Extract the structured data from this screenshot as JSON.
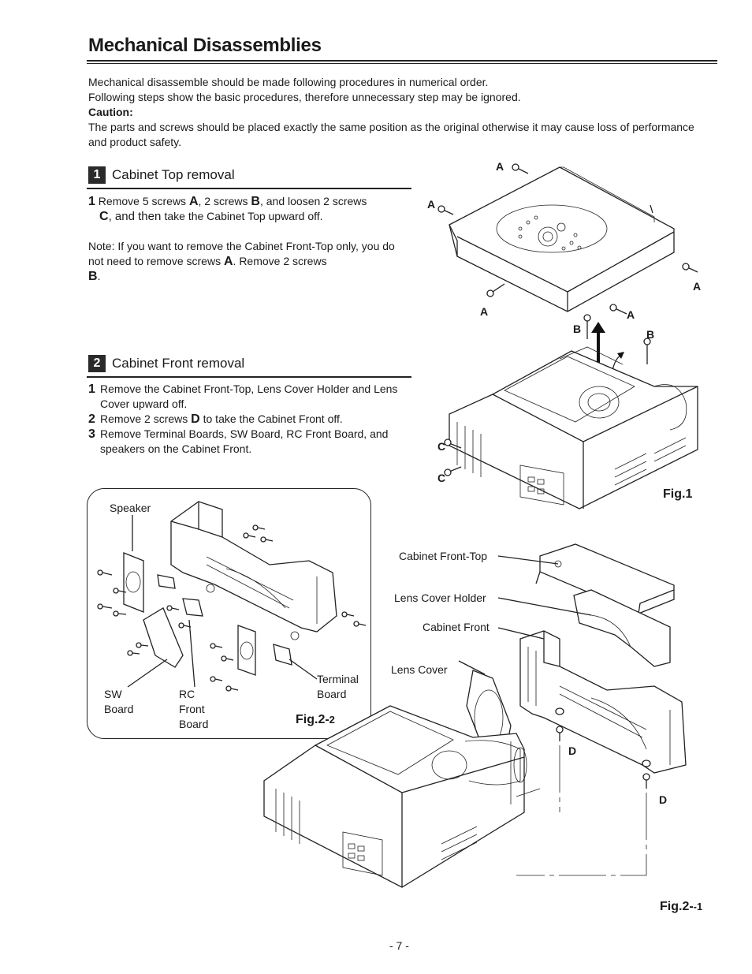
{
  "page": {
    "title": "Mechanical Disassemblies",
    "page_number": "- 7 -"
  },
  "intro": {
    "line1": "Mechanical disassemble should be made following procedures in numerical order.",
    "line2": "Following steps show the basic procedures, therefore unnecessary step may be ignored.",
    "caution_label": "Caution:",
    "caution_text": "The parts and screws should be placed exactly the same position as the original otherwise it may cause loss of performance and product safety."
  },
  "section1": {
    "number": "1",
    "title": "Cabinet Top removal",
    "step1_num": "1",
    "step1_a": "Remove 5 screws ",
    "step1_A": "A",
    "step1_b": ", 2 screws ",
    "step1_B": "B",
    "step1_c": ", and loosen 2 screws",
    "step1_C": "C",
    "step1_d": ", and then ",
    "step1_e": "take the Cabinet Top upward off.",
    "note_a": "Note: If you want to remove the Cabinet Front-Top only, you do not need to remove screws ",
    "note_A": "A",
    "note_b": ". Remove 2 screws",
    "note_B": "B",
    "note_c": "."
  },
  "section2": {
    "number": "2",
    "title": "Cabinet Front removal",
    "steps": [
      {
        "num": "1",
        "text": "Remove the Cabinet Front-Top, Lens Cover Holder and Lens Cover upward off."
      },
      {
        "num": "2",
        "text_a": "Remove 2 screws ",
        "letter": "D",
        "text_b": " to take the Cabinet Front off."
      },
      {
        "num": "3",
        "text": "Remove Terminal Boards, SW Board, RC Front Board, and speakers on the Cabinet Front."
      }
    ]
  },
  "fig1": {
    "caption": "Fig.1",
    "labels": {
      "a1": "A",
      "a2": "A",
      "a3": "A",
      "a4": "A",
      "a5": "A",
      "b1": "B",
      "b2": "B",
      "c1": "C",
      "c2": "C"
    }
  },
  "fig2_2": {
    "caption_main": "Fig.2-",
    "caption_sub": "2",
    "speaker": "Speaker",
    "sw1": "SW",
    "sw2": "Board",
    "rc1": "RC",
    "rc2": "Front",
    "rc3": "Board",
    "term1": "Terminal",
    "term2": "Board"
  },
  "fig2_1": {
    "caption_main": "Fig.2-",
    "caption_sub": "-1",
    "cabinet_front_top": "Cabinet Front-Top",
    "lens_cover_holder": "Lens Cover Holder",
    "cabinet_front": "Cabinet Front",
    "lens_cover": "Lens Cover",
    "d1": "D",
    "d2": "D"
  }
}
